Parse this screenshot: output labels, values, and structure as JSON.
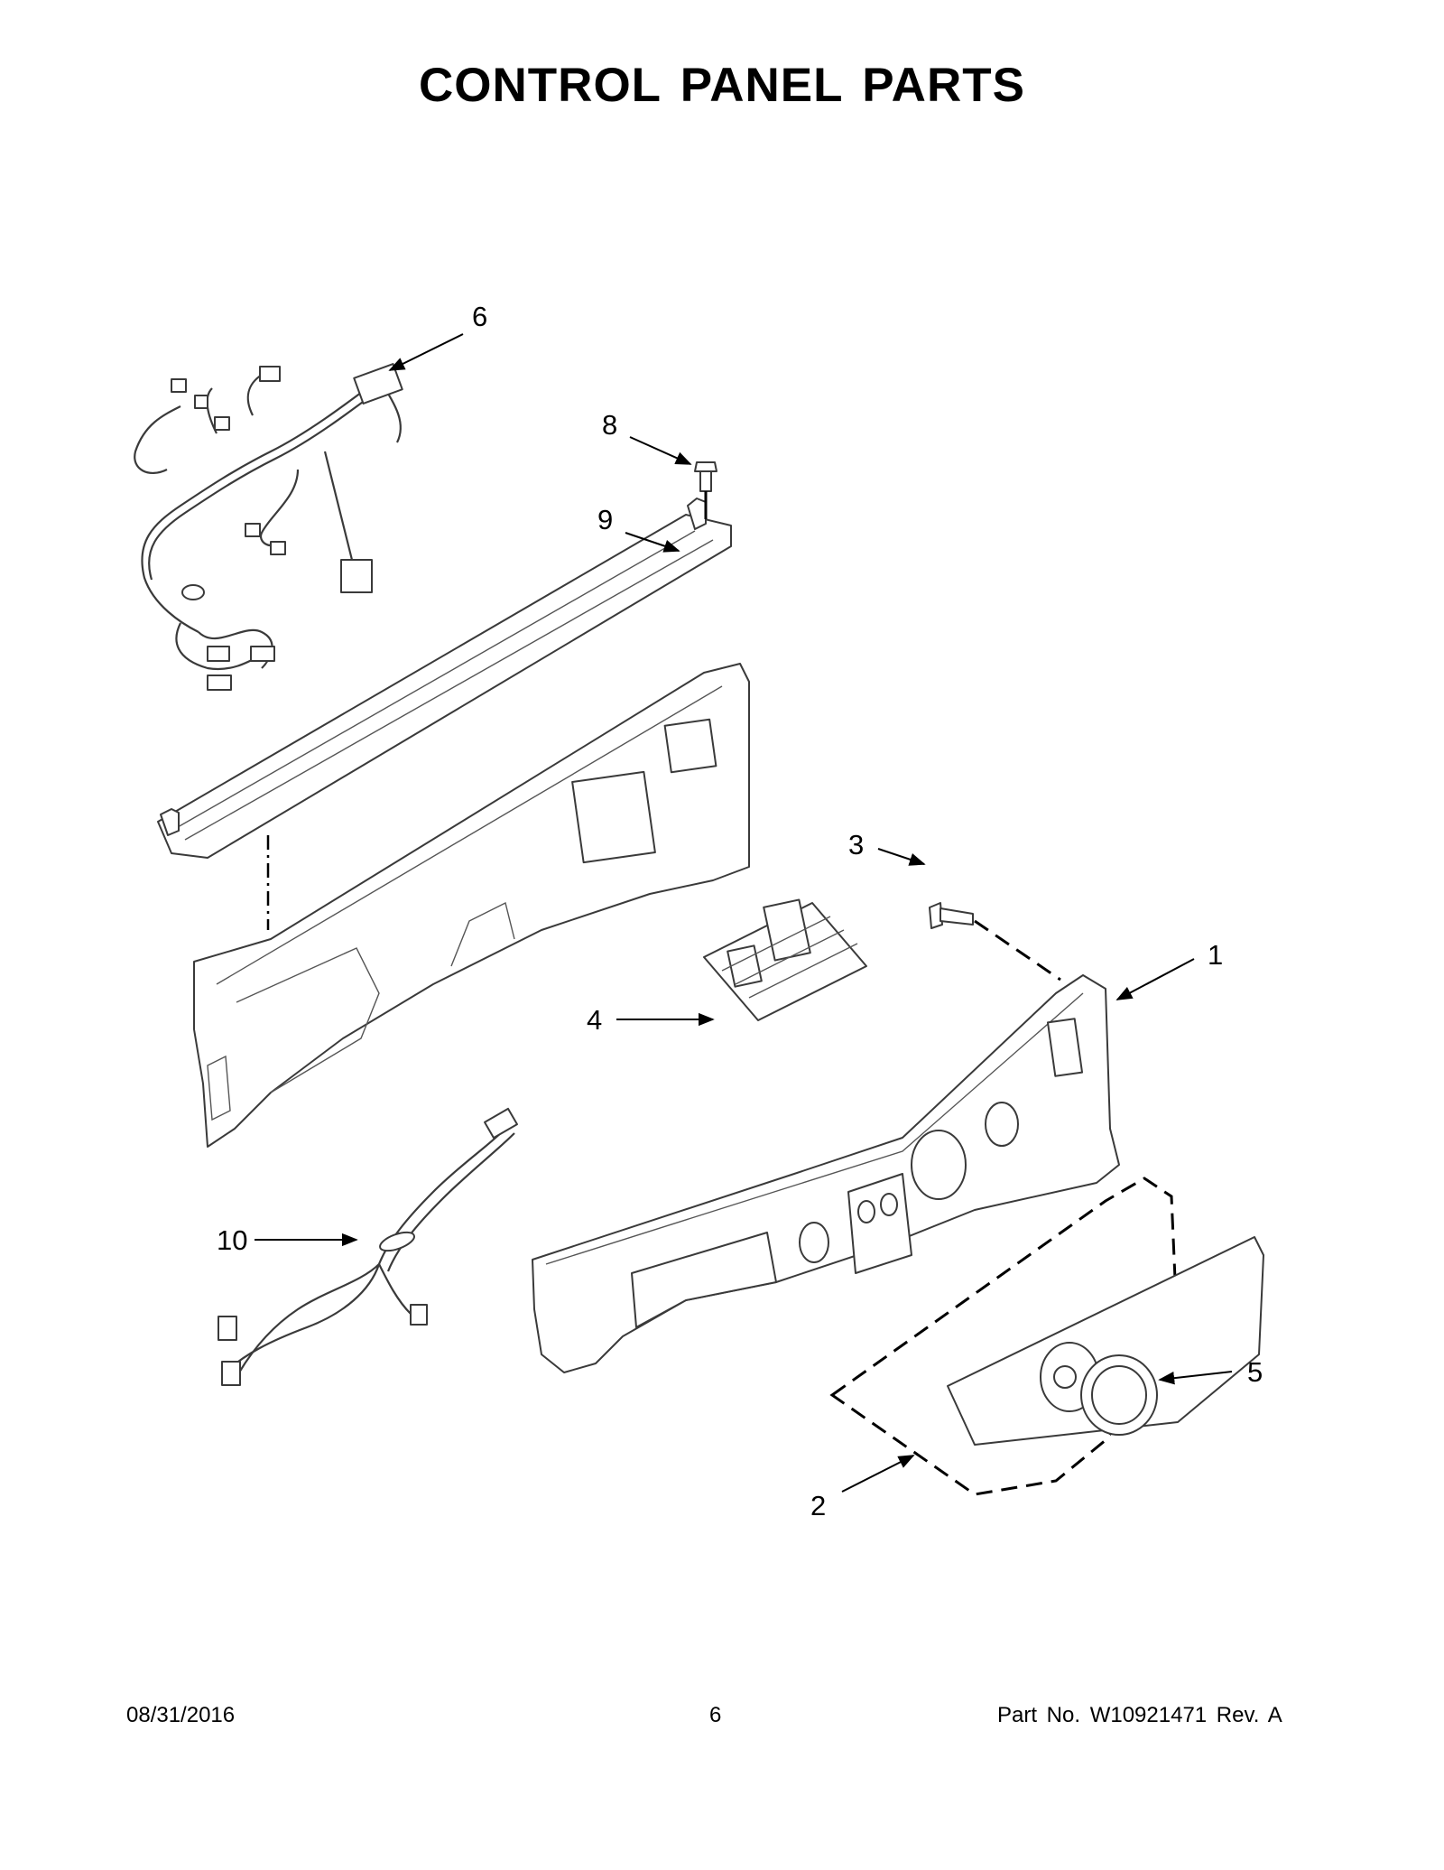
{
  "title": "CONTROL PANEL PARTS",
  "callouts": {
    "c1": "1",
    "c2": "2",
    "c3": "3",
    "c4": "4",
    "c5": "5",
    "c6": "6",
    "c8": "8",
    "c9": "9",
    "c10": "10"
  },
  "footer": {
    "date": "08/31/2016",
    "page": "6",
    "part_no": "Part No.  W10921471  Rev.  A"
  }
}
